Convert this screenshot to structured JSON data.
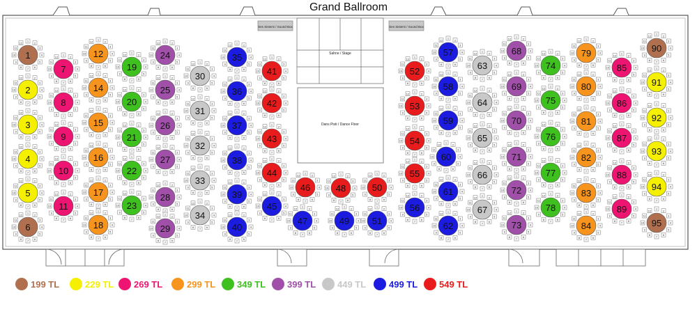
{
  "title": "Grand Ballroom",
  "areas": {
    "stage": "Sahne / Stage",
    "dance_floor": "Dans Pisti / Dance Floor",
    "sound_left": "Ses Sistemi / Sound Box",
    "sound_right": "Ses Sistemi / Sound Box"
  },
  "chair_labels": [
    "1",
    "2",
    "3",
    "4",
    "5",
    "6",
    "7",
    "8",
    "9",
    "10",
    "11",
    "12"
  ],
  "price_tiers": [
    {
      "id": "brown",
      "label": "199 TL",
      "color": "#b07050"
    },
    {
      "id": "yellow",
      "label": "229 TL",
      "color": "#f5f000"
    },
    {
      "id": "pink",
      "label": "269 TL",
      "color": "#ee1572"
    },
    {
      "id": "orange",
      "label": "299 TL",
      "color": "#f7941d"
    },
    {
      "id": "green",
      "label": "349 TL",
      "color": "#3ec01e"
    },
    {
      "id": "purple",
      "label": "399 TL",
      "color": "#a050a8"
    },
    {
      "id": "gray",
      "label": "449 TL",
      "color": "#c8c8c8"
    },
    {
      "id": "blue",
      "label": "499 TL",
      "color": "#1c1ce0"
    },
    {
      "id": "red",
      "label": "549 TL",
      "color": "#e81c1c"
    }
  ],
  "tables": [
    {
      "n": "1",
      "tier": "brown"
    },
    {
      "n": "2",
      "tier": "yellow"
    },
    {
      "n": "3",
      "tier": "yellow"
    },
    {
      "n": "4",
      "tier": "yellow"
    },
    {
      "n": "5",
      "tier": "yellow"
    },
    {
      "n": "6",
      "tier": "brown"
    },
    {
      "n": "7",
      "tier": "pink"
    },
    {
      "n": "8",
      "tier": "pink"
    },
    {
      "n": "9",
      "tier": "pink"
    },
    {
      "n": "10",
      "tier": "pink"
    },
    {
      "n": "11",
      "tier": "pink"
    },
    {
      "n": "12",
      "tier": "orange"
    },
    {
      "n": "14",
      "tier": "orange"
    },
    {
      "n": "15",
      "tier": "orange"
    },
    {
      "n": "16",
      "tier": "orange"
    },
    {
      "n": "17",
      "tier": "orange"
    },
    {
      "n": "18",
      "tier": "orange"
    },
    {
      "n": "19",
      "tier": "green"
    },
    {
      "n": "20",
      "tier": "green"
    },
    {
      "n": "21",
      "tier": "green"
    },
    {
      "n": "22",
      "tier": "green"
    },
    {
      "n": "23",
      "tier": "green"
    },
    {
      "n": "24",
      "tier": "purple"
    },
    {
      "n": "25",
      "tier": "purple"
    },
    {
      "n": "26",
      "tier": "purple"
    },
    {
      "n": "27",
      "tier": "purple"
    },
    {
      "n": "28",
      "tier": "purple"
    },
    {
      "n": "29",
      "tier": "purple"
    },
    {
      "n": "30",
      "tier": "gray"
    },
    {
      "n": "31",
      "tier": "gray"
    },
    {
      "n": "32",
      "tier": "gray"
    },
    {
      "n": "33",
      "tier": "gray"
    },
    {
      "n": "34",
      "tier": "gray"
    },
    {
      "n": "35",
      "tier": "blue"
    },
    {
      "n": "36",
      "tier": "blue"
    },
    {
      "n": "37",
      "tier": "blue"
    },
    {
      "n": "38",
      "tier": "blue"
    },
    {
      "n": "39",
      "tier": "blue"
    },
    {
      "n": "40",
      "tier": "blue"
    },
    {
      "n": "41",
      "tier": "red"
    },
    {
      "n": "42",
      "tier": "red"
    },
    {
      "n": "43",
      "tier": "red"
    },
    {
      "n": "44",
      "tier": "red"
    },
    {
      "n": "45",
      "tier": "blue"
    },
    {
      "n": "46",
      "tier": "red"
    },
    {
      "n": "47",
      "tier": "blue"
    },
    {
      "n": "48",
      "tier": "red"
    },
    {
      "n": "49",
      "tier": "blue"
    },
    {
      "n": "50",
      "tier": "red"
    },
    {
      "n": "51",
      "tier": "blue"
    },
    {
      "n": "52",
      "tier": "red"
    },
    {
      "n": "53",
      "tier": "red"
    },
    {
      "n": "54",
      "tier": "red"
    },
    {
      "n": "55",
      "tier": "red"
    },
    {
      "n": "56",
      "tier": "blue"
    },
    {
      "n": "57",
      "tier": "blue"
    },
    {
      "n": "58",
      "tier": "blue"
    },
    {
      "n": "59",
      "tier": "blue"
    },
    {
      "n": "60",
      "tier": "blue"
    },
    {
      "n": "61",
      "tier": "blue"
    },
    {
      "n": "62",
      "tier": "blue"
    },
    {
      "n": "63",
      "tier": "gray"
    },
    {
      "n": "64",
      "tier": "gray"
    },
    {
      "n": "65",
      "tier": "gray"
    },
    {
      "n": "66",
      "tier": "gray"
    },
    {
      "n": "67",
      "tier": "gray"
    },
    {
      "n": "68",
      "tier": "purple"
    },
    {
      "n": "69",
      "tier": "purple"
    },
    {
      "n": "70",
      "tier": "purple"
    },
    {
      "n": "71",
      "tier": "purple"
    },
    {
      "n": "72",
      "tier": "purple"
    },
    {
      "n": "73",
      "tier": "purple"
    },
    {
      "n": "74",
      "tier": "green"
    },
    {
      "n": "75",
      "tier": "green"
    },
    {
      "n": "76",
      "tier": "green"
    },
    {
      "n": "77",
      "tier": "green"
    },
    {
      "n": "78",
      "tier": "green"
    },
    {
      "n": "79",
      "tier": "orange"
    },
    {
      "n": "80",
      "tier": "orange"
    },
    {
      "n": "81",
      "tier": "orange"
    },
    {
      "n": "82",
      "tier": "orange"
    },
    {
      "n": "83",
      "tier": "orange"
    },
    {
      "n": "84",
      "tier": "orange"
    },
    {
      "n": "85",
      "tier": "pink"
    },
    {
      "n": "86",
      "tier": "pink"
    },
    {
      "n": "87",
      "tier": "pink"
    },
    {
      "n": "88",
      "tier": "pink"
    },
    {
      "n": "89",
      "tier": "pink"
    },
    {
      "n": "90",
      "tier": "brown"
    },
    {
      "n": "91",
      "tier": "yellow"
    },
    {
      "n": "92",
      "tier": "yellow"
    },
    {
      "n": "93",
      "tier": "yellow"
    },
    {
      "n": "94",
      "tier": "yellow"
    },
    {
      "n": "95",
      "tier": "brown"
    }
  ]
}
